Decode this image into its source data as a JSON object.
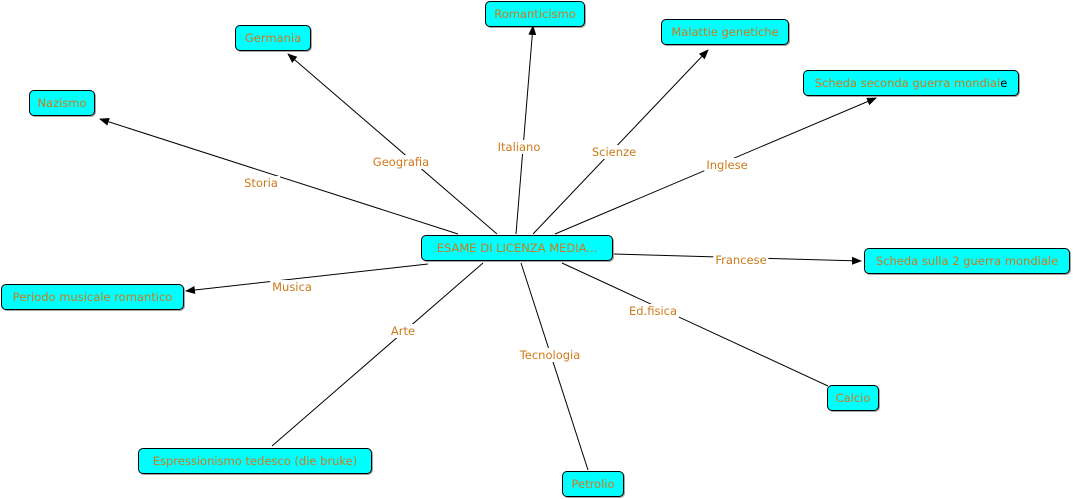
{
  "central": "ESAME DI LICENZA MEDIA...",
  "nodes": {
    "romanticismo": "Romanticismo",
    "germania": "Germania",
    "malattie": "Malattie genetiche",
    "nazismo": "Nazismo",
    "scheda_seconda": "Scheda seconda guerra mondial",
    "scheda_seconda_tail": "e",
    "scheda_2": "Scheda sulla 2 guerra mondiale",
    "periodo": "Periodo musicale romantico",
    "calcio": "Calcio",
    "espressionismo": "Espressionismo tedesco (die bruke)",
    "petrolio": "Petrolio"
  },
  "links": {
    "storia": "Storia",
    "geografia": "Geografia",
    "italiano": "Italiano",
    "scienze": "Scienze",
    "inglese": "Inglese",
    "francese": "Francese",
    "musica": "Musica",
    "arte": "Arte",
    "tecnologia": "Tecnologia",
    "edfisica": "Ed.fisica"
  },
  "colors": {
    "node_fill": "#00ffff",
    "text": "#cc7a1a",
    "line": "#000000"
  }
}
